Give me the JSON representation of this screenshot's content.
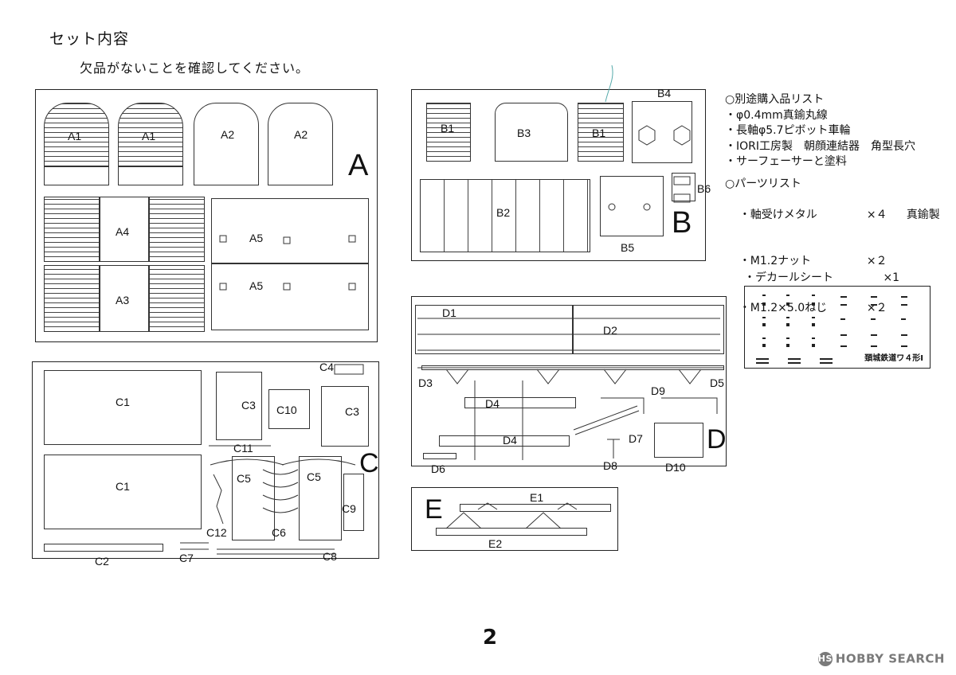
{
  "header": {
    "title": "セット内容",
    "subtitle": "欠品がないことを確認してください。"
  },
  "sheets": {
    "A": {
      "letter": "A",
      "labels": [
        "A1",
        "A1",
        "A2",
        "A2",
        "A4",
        "A5",
        "A3",
        "A5"
      ]
    },
    "B": {
      "letter": "B",
      "labels": [
        "B4",
        "B1",
        "B3",
        "B1",
        "B6",
        "B2",
        "B5"
      ]
    },
    "C": {
      "letter": "C",
      "labels": [
        "C4",
        "C1",
        "C3",
        "C10",
        "C3",
        "C11",
        "C1",
        "C5",
        "C5",
        "C9",
        "C12",
        "C6",
        "C8",
        "C2",
        "C7"
      ]
    },
    "D": {
      "letter": "D",
      "labels": [
        "D1",
        "D2",
        "D3",
        "D5",
        "D9",
        "D4",
        "D4",
        "D7",
        "D8",
        "D6",
        "D10"
      ]
    },
    "E": {
      "letter": "E",
      "labels": [
        "E1",
        "E2"
      ]
    }
  },
  "notes": {
    "separate_header": "○別途購入品リスト",
    "separate_items": [
      "・φ0.4mm真鍮丸線",
      "・長軸φ5.7ピボット車輪",
      "・IORI工房製　朝顔連結器　角型長穴",
      "・サーフェーサーと塗料"
    ],
    "parts_header": "○パーツリスト",
    "parts_items": [
      {
        "name": "・軸受けメタル",
        "qty": "×４",
        "material": "真鍮製"
      },
      {
        "name": "・M1.2ナット",
        "qty": "×２",
        "material": ""
      },
      {
        "name": "・M1.2×5.0ねじ",
        "qty": "×２",
        "material": ""
      }
    ]
  },
  "decal": {
    "label": "・デカールシート",
    "qty": "×1",
    "caption": "頚城鉄道ワ４形Ⅰ"
  },
  "page_number": "2",
  "watermark": {
    "mark": "HS",
    "text": "HOBBY SEARCH"
  }
}
